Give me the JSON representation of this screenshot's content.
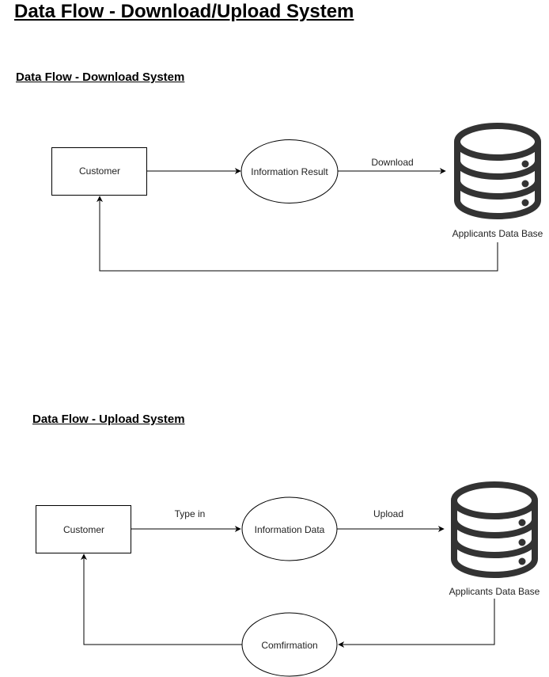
{
  "title": "Data Flow - Download/Upload System",
  "download": {
    "heading": "Data Flow - Download System",
    "customer": "Customer",
    "process": "Information Result",
    "flow_label": "Download",
    "database": "Applicants Data Base"
  },
  "upload": {
    "heading": "Data Flow - Upload System",
    "customer": "Customer",
    "input_label": "Type in",
    "process": "Information Data",
    "flow_label": "Upload",
    "database": "Applicants Data Base",
    "confirmation": "Comfirmation"
  },
  "colors": {
    "line": "#000000",
    "database": "#333333"
  }
}
